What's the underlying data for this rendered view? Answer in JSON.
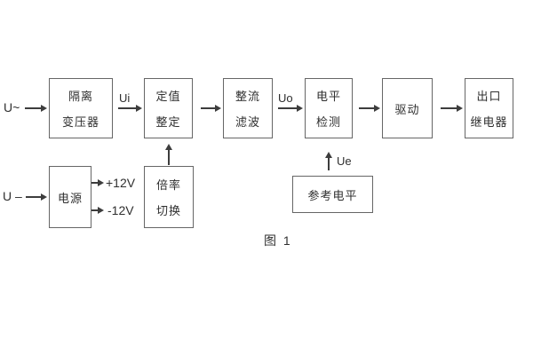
{
  "diagram": {
    "caption": "图 1",
    "colors": {
      "background": "#ffffff",
      "box_border": "#666666",
      "line": "#3d3d3d",
      "text": "#2f2f2f"
    },
    "blocks": {
      "isolation_transformer": {
        "line1": "隔离",
        "line2": "变压器"
      },
      "setting_adjustment": {
        "line1": "定值",
        "line2": "整定"
      },
      "rectifier_filter": {
        "line1": "整流",
        "line2": "滤波"
      },
      "level_detection": {
        "line1": "电平",
        "line2": "检测"
      },
      "drive": {
        "line1": "驱动"
      },
      "output_relay": {
        "line1": "出口",
        "line2": "继电器"
      },
      "power_supply": {
        "line1": "电源"
      },
      "ratio_switch": {
        "line1": "倍率",
        "line2": "切换"
      },
      "reference_level": {
        "line1": "参考电平"
      }
    },
    "signals": {
      "input_ac": "U~",
      "input_dc": "U –",
      "ui": "Ui",
      "uo": "Uo",
      "ue": "Ue",
      "plus12": "+12V",
      "minus12": "-12V"
    }
  }
}
